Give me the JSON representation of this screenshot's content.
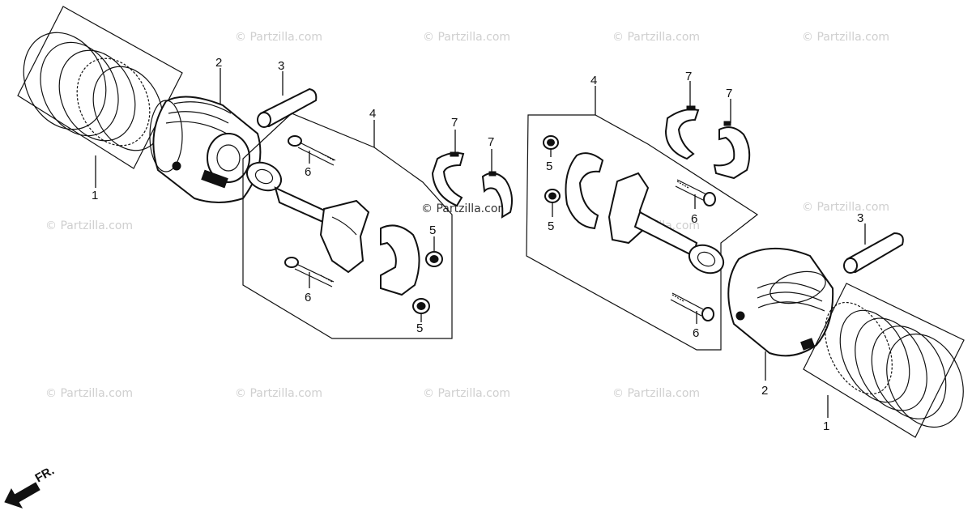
{
  "watermark": "© Partzilla.com",
  "overlay_watermark": "© Partzilla.com",
  "front_label": "FR.",
  "callouts": {
    "ring_left": "1",
    "piston_left": "2",
    "pin_left": "3",
    "rod_group_left": "4",
    "nut_left_a": "5",
    "nut_left_b": "5",
    "bolt_left_a": "6",
    "bolt_left_b": "6",
    "bearing_left_a": "7",
    "bearing_left_b": "7",
    "rod_group_right": "4",
    "nut_right_a": "5",
    "nut_right_b": "5",
    "bearing_right_a": "7",
    "bearing_right_b": "7",
    "bolt_right_a": "6",
    "bolt_right_b": "6",
    "pin_right": "3",
    "piston_right": "2",
    "ring_right": "1"
  }
}
